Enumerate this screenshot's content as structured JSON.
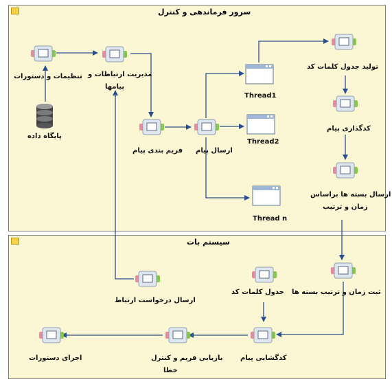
{
  "server_panel": {
    "title": "سرور فرماندهی و کنترل",
    "labels": {
      "settings": "تنظیمات و دستورات",
      "conn_mgmt_1": "مدیریت ارتباطات و",
      "conn_mgmt_2": "پیامها",
      "database": "پایگاه داده",
      "framing": "فریم بندی پیام",
      "send": "ارسال پیام",
      "keyword_table": "تولید جدول کلمات کد",
      "encoding": "کدگذاری پیام",
      "packet_send_1": "ارسال بسته ها براساس",
      "packet_send_2": "زمان و ترتیب",
      "thread1": "Thread1",
      "thread2": "Thread2",
      "threadn": "Thread n"
    }
  },
  "bot_panel": {
    "title": "سیستم بات",
    "labels": {
      "conn_request": "ارسال درخواست ارتباط",
      "codeword_table": "جدول کلمات کد",
      "record_packets": "ثبت زمان و ترتیب بسته ها",
      "decode": "کدگشایی پیام",
      "frame_recover_1": "بازیابی فریم و کنترل",
      "frame_recover_2": "خطا",
      "execute": "اجرای دستورات"
    }
  },
  "colors": {
    "panel_bg": "#fbf6d3",
    "wire": "#2a4f8f",
    "node_body": "#dfe6ee"
  }
}
